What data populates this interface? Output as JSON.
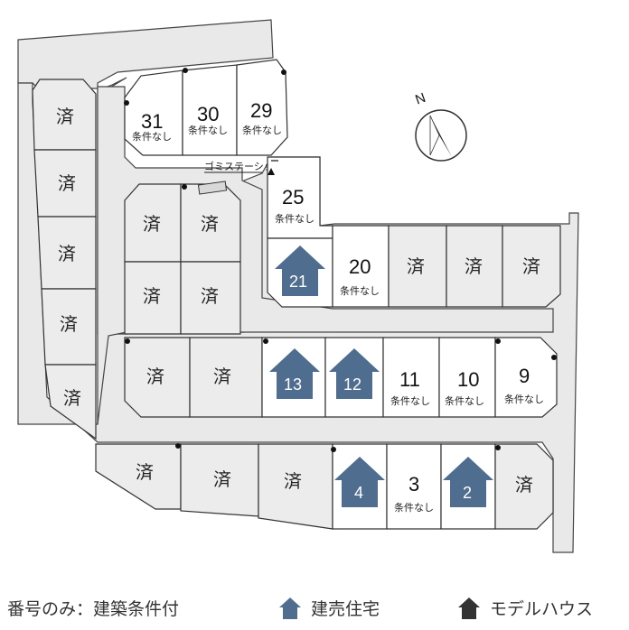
{
  "compass": {
    "label": "N"
  },
  "garbage_station": {
    "label": "ゴミステーション"
  },
  "sold_label": "済",
  "condition_label": "条件なし",
  "lots": [
    {
      "id": "l1",
      "type": "sold"
    },
    {
      "id": "l2",
      "type": "sold"
    },
    {
      "id": "l3",
      "type": "sold"
    },
    {
      "id": "l4",
      "type": "sold"
    },
    {
      "id": "l5",
      "type": "sold"
    },
    {
      "id": "l31",
      "type": "free",
      "number": "31"
    },
    {
      "id": "l30",
      "type": "free",
      "number": "30"
    },
    {
      "id": "l29",
      "type": "free",
      "number": "29"
    },
    {
      "id": "lc1",
      "type": "sold"
    },
    {
      "id": "lc2",
      "type": "sold"
    },
    {
      "id": "lc3",
      "type": "sold"
    },
    {
      "id": "lc4",
      "type": "sold"
    },
    {
      "id": "l25",
      "type": "free",
      "number": "25"
    },
    {
      "id": "l21",
      "type": "house",
      "number": "21"
    },
    {
      "id": "l20",
      "type": "free",
      "number": "20"
    },
    {
      "id": "lr1",
      "type": "sold"
    },
    {
      "id": "lr2",
      "type": "sold"
    },
    {
      "id": "lr3",
      "type": "sold"
    },
    {
      "id": "lm1",
      "type": "sold"
    },
    {
      "id": "lm2",
      "type": "sold"
    },
    {
      "id": "l13",
      "type": "house",
      "number": "13"
    },
    {
      "id": "l12",
      "type": "house",
      "number": "12"
    },
    {
      "id": "l11",
      "type": "free",
      "number": "11"
    },
    {
      "id": "l10",
      "type": "free",
      "number": "10"
    },
    {
      "id": "l9",
      "type": "free",
      "number": "9"
    },
    {
      "id": "lb1",
      "type": "sold"
    },
    {
      "id": "lb2",
      "type": "sold"
    },
    {
      "id": "lb3",
      "type": "sold"
    },
    {
      "id": "l4",
      "type": "house",
      "number": "4"
    },
    {
      "id": "l3",
      "type": "free",
      "number": "3"
    },
    {
      "id": "l2",
      "type": "house",
      "number": "2"
    },
    {
      "id": "lb4",
      "type": "sold"
    }
  ],
  "legend": {
    "note": "番号のみ：建築条件付",
    "house_for_sale": "建売住宅",
    "model_house": "モデルハウス",
    "house_color": "#4f6d8f",
    "model_color": "#333333"
  }
}
